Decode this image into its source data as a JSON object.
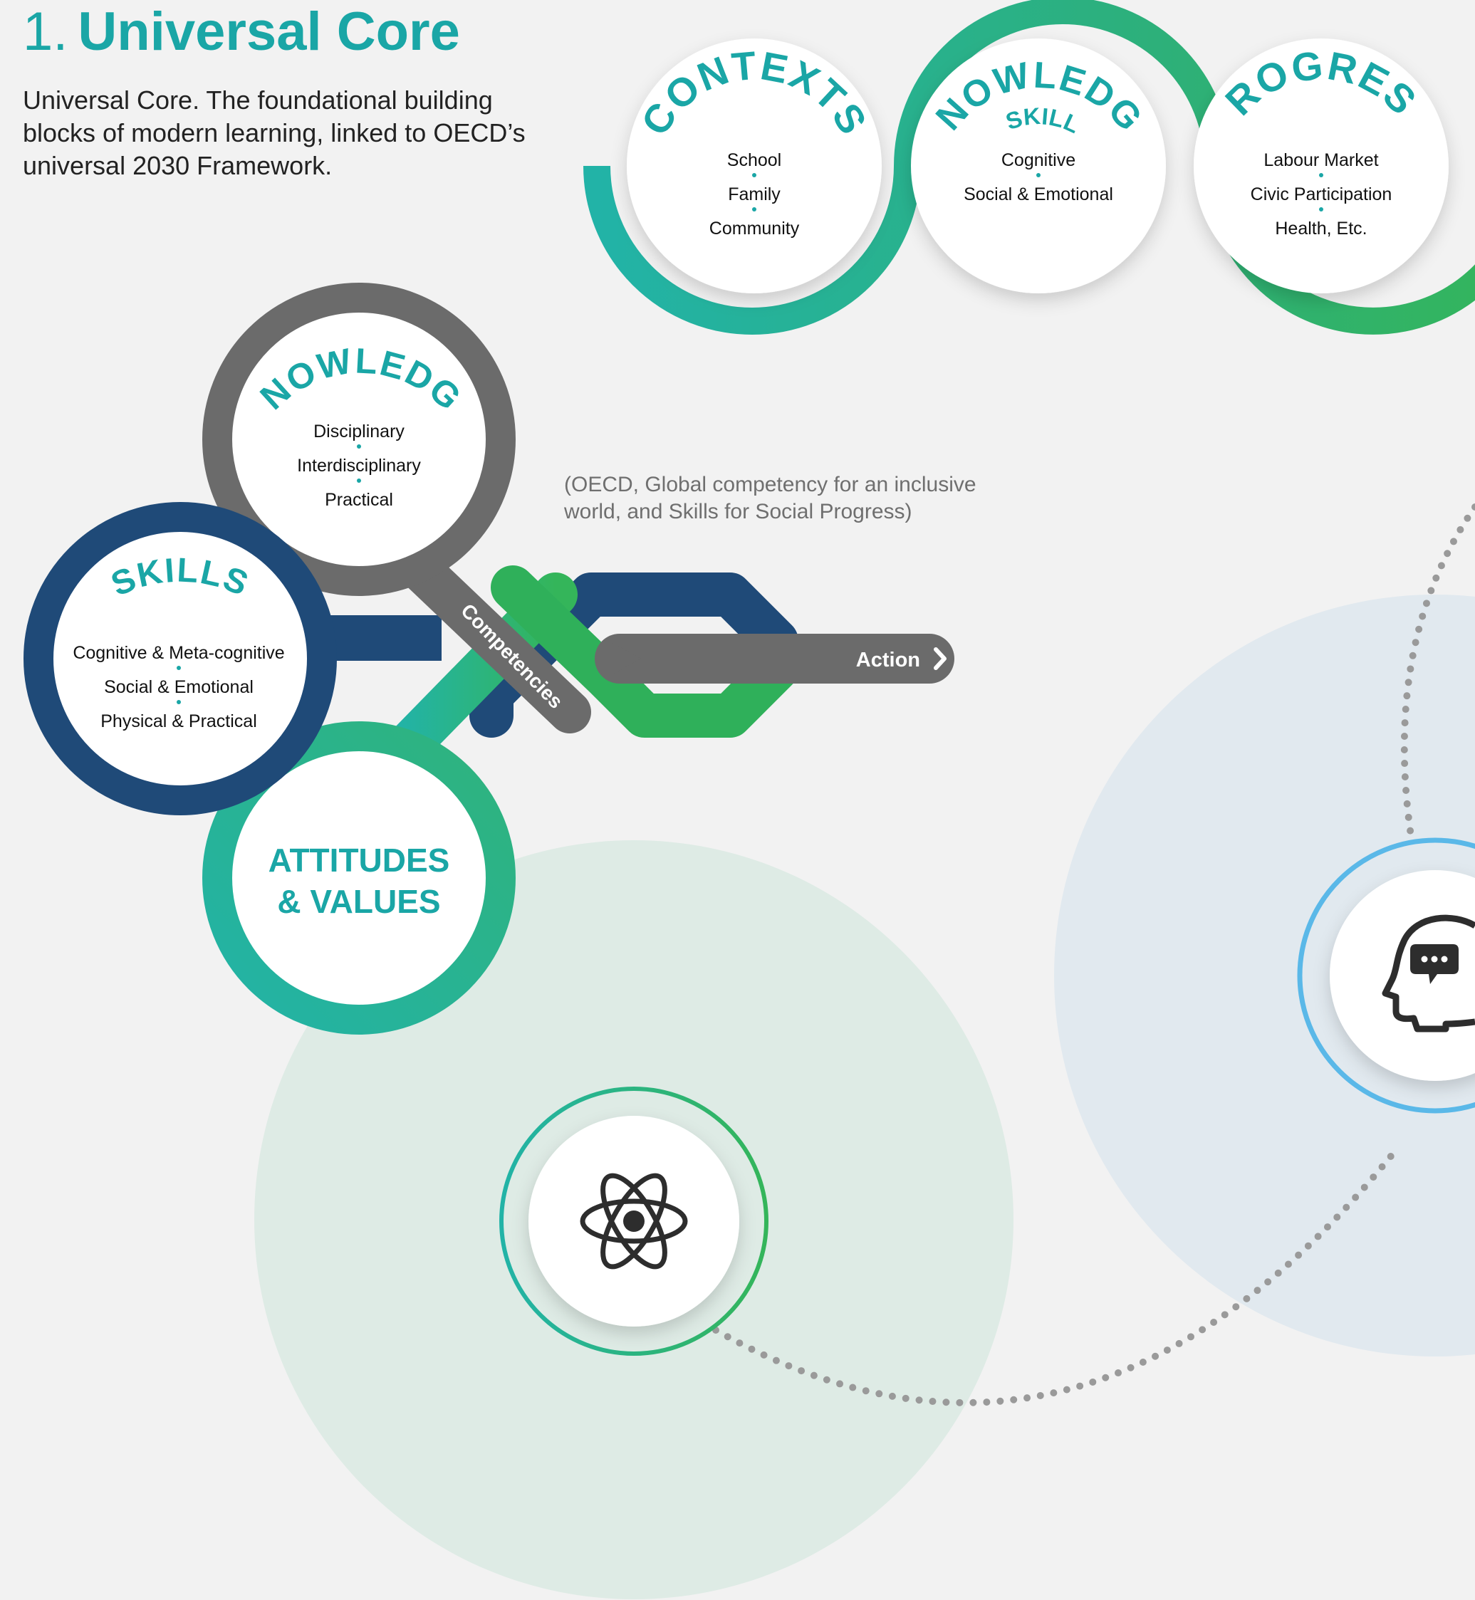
{
  "header": {
    "number": "1.",
    "title": "Universal Core",
    "intro": "Universal Core. The foundational building blocks of modern learning, linked to OECD’s universal 2030 Framework."
  },
  "citation": "(OECD, Global competency for an inclusive world, and Skills for Social Progress)",
  "top_band": [
    {
      "title": "CONTEXTS",
      "subtitle": "",
      "items": [
        "School",
        "Family",
        "Community"
      ]
    },
    {
      "title": "KNOWLEDGE",
      "subtitle": "& SKILLS",
      "items": [
        "Cognitive",
        "Social & Emotional"
      ]
    },
    {
      "title": "PROGRESS",
      "subtitle": "",
      "items": [
        "Labour Market",
        "Civic Participation",
        "Health, Etc."
      ]
    }
  ],
  "competency_model": {
    "knowledge": {
      "title": "KNOWLEDGE",
      "items": [
        "Disciplinary",
        "Interdisciplinary",
        "Practical"
      ]
    },
    "skills": {
      "title": "SKILLS",
      "items": [
        "Cognitive & Meta-cognitive",
        "Social & Emotional",
        "Physical & Practical"
      ]
    },
    "attitudes": {
      "line1": "ATTITUDES",
      "line2": "& VALUES"
    },
    "competencies_label": "Competencies",
    "action_label": "Action"
  },
  "icons": [
    "atom-icon",
    "head-speech-icon",
    "chevron-right-icon"
  ],
  "colors": {
    "teal": "#1aa6a6",
    "green": "#2fb05a",
    "navy": "#1f4a78",
    "gray": "#6b6b6b",
    "light_blue": "#5ab8e8"
  }
}
